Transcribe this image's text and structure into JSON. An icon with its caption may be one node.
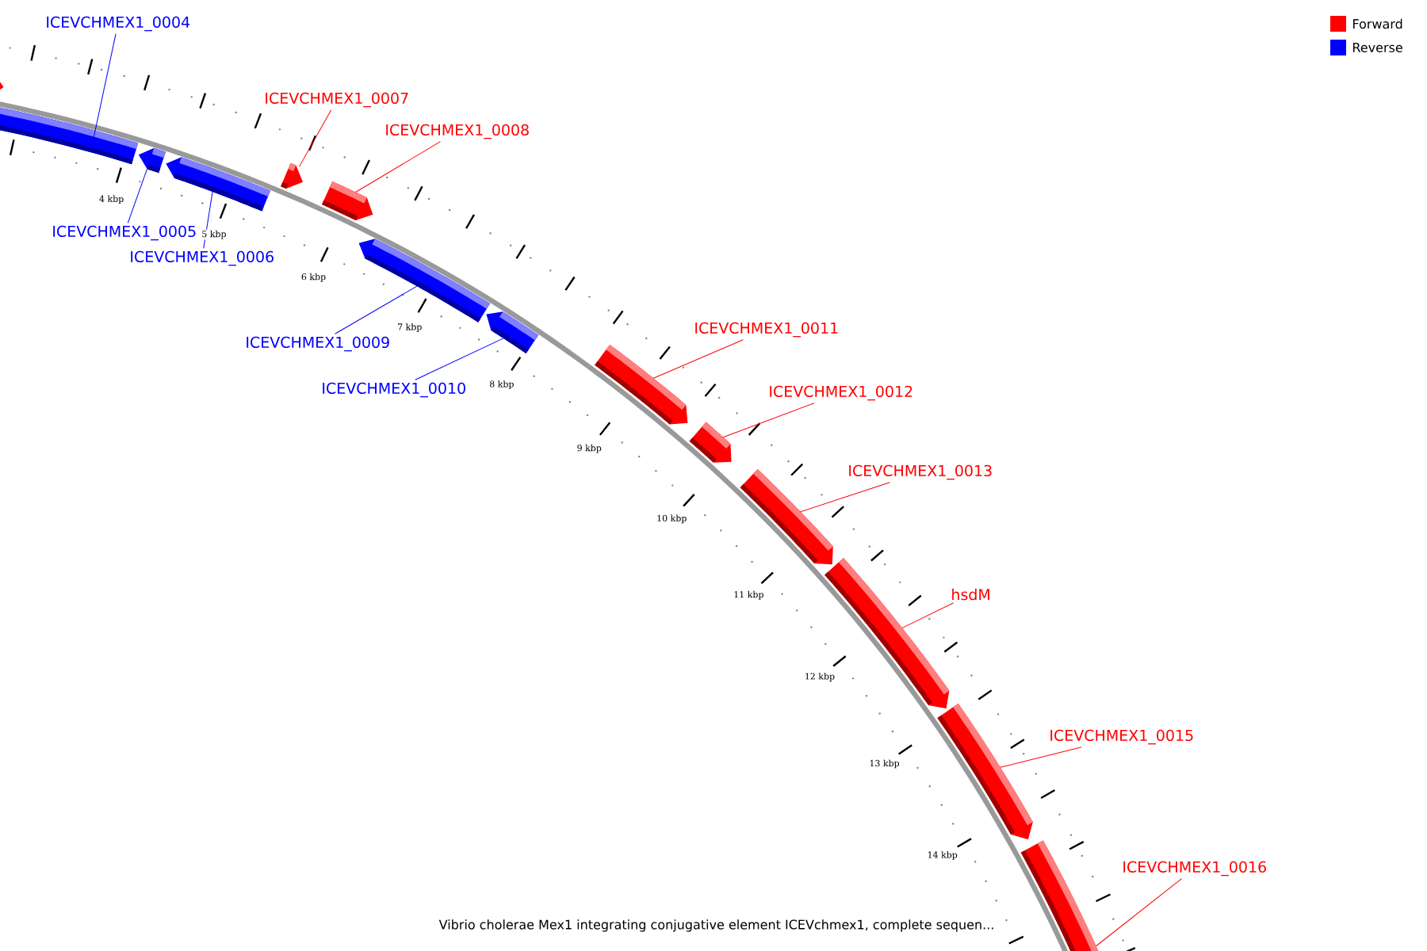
{
  "diagram": {
    "caption": "Vibrio cholerae Mex1 integrating conjugative element ICEVchmex1, complete sequen...",
    "nodes": [
      {
        "text": [
          "ICEVCHMEX1_0004"
        ]
      },
      {
        "text": [
          "ICEVCHMEX1_0005"
        ]
      },
      {
        "text": [
          "ICEVCHMEX1_0006"
        ]
      },
      {
        "text": [
          "ICEVCHMEX1_0007"
        ]
      },
      {
        "text": [
          "ICEVCHMEX1_0008"
        ]
      },
      {
        "text": [
          "ICEVCHMEX1_0009"
        ]
      },
      {
        "text": [
          "ICEVCHMEX1_0010"
        ]
      },
      {
        "text": [
          "ICEVCHMEX1_0011"
        ]
      },
      {
        "text": [
          "ICEVCHMEX1_0012"
        ]
      },
      {
        "text": [
          "ICEVCHMEX1_0013"
        ]
      },
      {
        "text": [
          "hsdM"
        ]
      },
      {
        "text": [
          "ICEVCHMEX1_0015"
        ]
      },
      {
        "text": [
          "ICEVCHMEX1_0016"
        ]
      },
      {
        "text": [],
        "shape": "arrow"
      },
      {
        "text": [],
        "shape": "arrow"
      },
      {
        "text": [],
        "shape": "arrow"
      },
      {
        "text": [],
        "shape": "arrow"
      },
      {
        "text": [],
        "shape": "arrow"
      },
      {
        "text": [],
        "shape": "arrow"
      },
      {
        "text": [],
        "shape": "arrow"
      },
      {
        "text": [],
        "shape": "arrow"
      },
      {
        "text": [],
        "shape": "arrow"
      },
      {
        "text": [],
        "shape": "arrow"
      },
      {
        "text": [],
        "shape": "arrow"
      },
      {
        "text": [],
        "shape": "arrow"
      },
      {
        "text": [],
        "shape": "arrow"
      },
      {
        "text": [],
        "shape": "arrow"
      }
    ],
    "edges": [
      {
        "from": 0,
        "to": 14,
        "arrow": "none",
        "color": "#0000ff"
      },
      {
        "from": 1,
        "to": 15,
        "arrow": "none",
        "color": "#0000ff"
      },
      {
        "from": 2,
        "to": 16,
        "arrow": "none",
        "color": "#0000ff"
      },
      {
        "from": 3,
        "to": 17,
        "arrow": "none"
      },
      {
        "from": 4,
        "to": 18,
        "arrow": "none"
      },
      {
        "from": 5,
        "to": 19,
        "arrow": "none",
        "color": "#0000ff"
      },
      {
        "from": 6,
        "to": 20,
        "arrow": "none",
        "color": "#0000ff"
      },
      {
        "from": 7,
        "to": 21,
        "arrow": "none"
      },
      {
        "from": 8,
        "to": 22,
        "arrow": "none"
      },
      {
        "from": 9,
        "to": 23,
        "arrow": "none"
      },
      {
        "from": 10,
        "to": 24,
        "arrow": "none"
      },
      {
        "from": 11,
        "to": 25,
        "arrow": "none"
      },
      {
        "from": 12,
        "to": 26,
        "arrow": "none"
      }
    ],
    "labels": [
      "4 kbp",
      "5 kbp",
      "6 kbp",
      "7 kbp",
      "8 kbp",
      "9 kbp",
      "10 kbp",
      "11 kbp",
      "12 kbp",
      "13 kbp",
      "14 kbp"
    ],
    "legend": [
      {
        "text": "Forward",
        "color": "#ff0000"
      },
      {
        "text": "Reverse",
        "color": "#0000ff"
      }
    ]
  }
}
